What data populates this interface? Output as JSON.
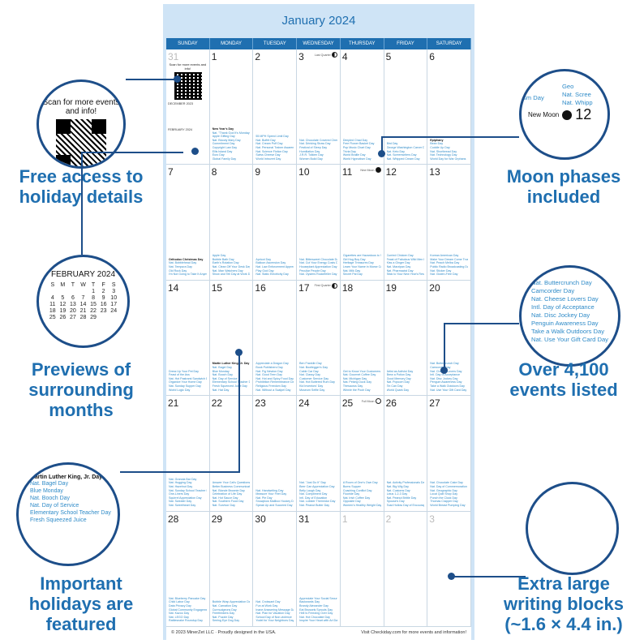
{
  "calendar": {
    "title": "January 2024",
    "weekdays": [
      "SUNDAY",
      "MONDAY",
      "TUESDAY",
      "WEDNESDAY",
      "THURSDAY",
      "FRIDAY",
      "SATURDAY"
    ],
    "footer_left": "© 2023 MinerZet LLC · Proudly designed in the USA.",
    "footer_right": "Visit Checkiday.com for more events and information!",
    "scan_small": "Scan for more events and info!",
    "mini_dec": "DECEMBER 2023",
    "mini_feb": "FEBRUARY 2024",
    "cells": [
      {
        "n": "31",
        "other": true,
        "events": []
      },
      {
        "n": "1",
        "events": [
          "New Year's Day",
          "Nat. \"Thank God It's Monday!\" Day",
          "Apple Gifting Day",
          "Nat. Bloody Mary Day",
          "Commitment Day",
          "Copyright Law Day",
          "Ellis Island Day",
          "Euro Day",
          "Global Family Day"
        ],
        "major": 0
      },
      {
        "n": "2",
        "events": [
          "55 MPH Speed Limit Day",
          "Nat. Buffet Day",
          "Nat. Cream Puff Day",
          "Nat. Personal Trainer Awareness Day",
          "Nat. Science Fiction Day",
          "Swiss Cheese Day",
          "World Introvert Day"
        ]
      },
      {
        "n": "3",
        "events": [
          "Nat. Chocolate Covered Cherry Day",
          "Nat. Drinking Straw Day",
          "Festival of Sleep Day",
          "Humiliation Day",
          "J.R.R. Tolkien Day",
          "Women Build Day"
        ],
        "moon": "Last Quarter",
        "moonType": "half"
      },
      {
        "n": "4",
        "events": [
          "Dimpled Chad Day",
          "Free Flower Basket Day",
          "Pop Music Chart Day",
          "Trivia Day",
          "World Braille Day",
          "World Hypnotism Day"
        ]
      },
      {
        "n": "5",
        "events": [
          "Bird Day",
          "George Washington Carver Day",
          "Nat. Keto Day",
          "Nat. Screenwriters Day",
          "Nat. Whipped Cream Day"
        ]
      },
      {
        "n": "6",
        "events": [
          "Epiphany",
          "Bean Day",
          "Cuddle Up Day",
          "Nat. Shortbread Day",
          "Nat. Technology Day",
          "World Day for War Orphans"
        ],
        "major": 0
      },
      {
        "n": "7",
        "events": [
          "Orthodox Christmas Day",
          "Nat. Bobblehead Day",
          "Nat. Tempura Day",
          "Old Rock Day",
          "I'm Not Going to Take It Anymore Day"
        ],
        "major": 0
      },
      {
        "n": "8",
        "events": [
          "Apple Day",
          "Bubble Bath Day",
          "Earth's Rotation Day",
          "Nat. Clean Off Your Desk Day",
          "Nat. Man Watchers Day",
          "Show and Tell Day at Work Day"
        ]
      },
      {
        "n": "9",
        "events": [
          "Apricot Day",
          "Balloon Ascension Day",
          "Nat. Law Enforcement Appreciation Day",
          "Play God Day",
          "Nat. Static Electricity Day"
        ]
      },
      {
        "n": "10",
        "events": [
          "Nat. Bittersweet Chocolate Day",
          "Nat. Cut Your Energy Costs Day",
          "Houseplant Appreciation Day",
          "Peculiar People Day",
          "Nat. Oysters Rockefeller Day"
        ]
      },
      {
        "n": "11",
        "events": [
          "Cigarettes are Hazardous to Your Health Day",
          "Girl Hug Boy Day",
          "Heritage Treasures Day",
          "Learn Your Name in Morse Code Day",
          "Nat. Milk Day",
          "Secret Pal Day"
        ],
        "moon": "New Moon",
        "moonType": "new"
      },
      {
        "n": "12",
        "events": [
          "Curried Chicken Day",
          "Feast of Fabulous Wild Men Day",
          "Kiss a Ginger Day",
          "Nat. Marzipan Day",
          "Nat. Pharmacist Day",
          "Stick to Your New Year's Resolution Day"
        ]
      },
      {
        "n": "13",
        "events": [
          "Korean American Day",
          "Make Your Dream Come True Day",
          "Nat. Peach Melba Day",
          "Public Radio Broadcasting Day",
          "Nat. Sticker Day",
          "Nat. Gluten-Free Day"
        ]
      },
      {
        "n": "14",
        "events": [
          "Dress Up Your Pet Day",
          "Feast of the Ass",
          "Nat. Hot Pastrami Sandwich Day",
          "Organize Your Home Day",
          "Nat. Sunday Supper Day",
          "World Logic Day"
        ]
      },
      {
        "n": "15",
        "events": [
          "Martin Luther King, Jr. Day",
          "Nat. Bagel Day",
          "Blue Monday",
          "Nat. Booch Day",
          "Nat. Day of Service",
          "Elementary School Teacher Day",
          "Fresh Squeezed Juice Day",
          "Nat. Hat Day"
        ],
        "major": 0
      },
      {
        "n": "16",
        "events": [
          "Appreciate a Dragon Day",
          "Book Publishers Day",
          "Nat. Fig Newton Day",
          "Nat. Good Teen Day",
          "Nat. Hot and Spicy Food Day",
          "Prohibition Remembrance Day",
          "Religious Freedom Day",
          "Nat. Without a Scalpel Day"
        ]
      },
      {
        "n": "17",
        "events": [
          "Ben Franklin Day",
          "Nat. Bootlegger's Day",
          "Cable Car Day",
          "Nat. Classy Day",
          "Customer Service Day",
          "Nat. Hot Buttered Rum Day",
          "Kid Inventors' Day",
          "Museum Selfie Day"
        ],
        "moon": "First Quarter",
        "moonType": "half"
      },
      {
        "n": "18",
        "events": [
          "Get to Know Your Customers Day",
          "Nat. Gourmet Coffee Day",
          "Nat. Michigan Day",
          "Nat. Peking Duck Day",
          "Thesaurus Day",
          "Winnie the Pooh Day"
        ]
      },
      {
        "n": "19",
        "events": [
          "Artist as Activist Day",
          "Brew a Potion Day",
          "Good Memory Day",
          "Nat. Popcorn Day",
          "Tin Can Day",
          "World Quark Day"
        ]
      },
      {
        "n": "20",
        "events": [
          "Nat. Buttercrunch Day",
          "Camcorder Day",
          "Nat. Cheese Lovers Day",
          "Intl. Day of Acceptance",
          "Nat. Disc Jockey Day",
          "Penguin Awareness Day",
          "Take a Walk Outdoors Day",
          "Nat. Use Your Gift Card Day"
        ]
      },
      {
        "n": "21",
        "events": [
          "Nat. Granola Bar Day",
          "Nat. Hugging Day",
          "Nat. Hazelnut Day",
          "Nat. Sunday School Teacher Day",
          "One-Liners Day",
          "Squirrel Appreciation Day",
          "Nat. Sweater Day",
          "Nat. Sweetheart Day"
        ]
      },
      {
        "n": "22",
        "events": [
          "Answer Your Cat's Questions Day",
          "Better Business Communication Day",
          "Nat. Blonde Brownie Day",
          "Celebration of Life Day",
          "Nat. Hot Sauce Day",
          "Nat. Southern Food Day",
          "Nat. Survivor Day"
        ]
      },
      {
        "n": "23",
        "events": [
          "Nat. Handwriting Day",
          "Measure Your Feet Day",
          "Nat. Pie Day",
          "Snowplow Mailbox Hockey Day",
          "Speak Up and Succeed Day"
        ]
      },
      {
        "n": "24",
        "events": [
          "Nat. \"Just Do It\" Day",
          "Beer Can Appreciation Day",
          "Belly Laugh Day",
          "Nat. Compliment Day",
          "Intl. Day of Education",
          "Nat. Lobster Thermidor Day",
          "Nat. Peanut Butter Day"
        ]
      },
      {
        "n": "25",
        "events": [
          "A Room of One's Own Day",
          "Burns Supper",
          "Coaching Conflict Day",
          "Fluoride Day",
          "Nat. Irish Coffee Day",
          "Opposite Day",
          "Women's Healthy Weight Day"
        ],
        "moon": "Full Moon",
        "moonType": "full"
      },
      {
        "n": "26",
        "events": [
          "Nat. Activity Professionals Day",
          "Nat. Big Wig Day",
          "Nat. Customs Day",
          "Lotus 1-2-3 Day",
          "Nat. Peanut Brittle Day",
          "Spouse's Day",
          "Toad Hollow Day of Encouragement"
        ]
      },
      {
        "n": "27",
        "events": [
          "Nat. Chocolate Cake Day",
          "Nat. Day of Commemoration",
          "Nat. Geographic Day",
          "Local Quilt Shop Day",
          "Punch the Clock Day",
          "Thomas Crapper Day",
          "World Breast Pumping Day"
        ]
      },
      {
        "n": "28",
        "events": [
          "Nat. Blueberry Pancake Day",
          "Child Labor Day",
          "Data Privacy Day",
          "Global Community Engagement Day",
          "Nat. Kazoo Day",
          "Nat. LEGO Day",
          "Rattlesnake Roundup Day"
        ]
      },
      {
        "n": "29",
        "events": [
          "Bubble Wrap Appreciation Day",
          "Nat. Carnation Day",
          "Curmudgeons Day",
          "Freethinkers Day",
          "Nat. Puzzle Day",
          "Seeing Eye Dog Day"
        ]
      },
      {
        "n": "30",
        "events": [
          "Nat. Croissant Day",
          "Fun at Work Day",
          "Inane Answering Message Day",
          "Nat. Plan for Vacation Day",
          "School Day of Non-violence",
          "Yodel for Your Neighbors Day"
        ]
      },
      {
        "n": "31",
        "events": [
          "Appreciate Your Social Security Check Day",
          "Backwards Day",
          "Brandy Alexander Day",
          "Eat Brussels Sprouts Day",
          "Hell Is Freezing Over Day",
          "Nat. Hot Chocolate Day",
          "Inspire Your Heart with Art Day"
        ]
      },
      {
        "n": "1",
        "other": true,
        "events": []
      },
      {
        "n": "2",
        "other": true,
        "events": []
      },
      {
        "n": "3",
        "other": true,
        "events": []
      }
    ]
  },
  "callouts": {
    "qr": {
      "scan": "Scan for more events and info!",
      "caption": "Free access to holiday details"
    },
    "months": {
      "title": "FEBRUARY 2024",
      "days": [
        "S",
        "M",
        "T",
        "W",
        "T",
        "F",
        "S",
        "",
        "",
        "",
        "",
        "1",
        "2",
        "3",
        "4",
        "5",
        "6",
        "7",
        "8",
        "9",
        "10",
        "11",
        "12",
        "13",
        "14",
        "15",
        "16",
        "17",
        "18",
        "19",
        "20",
        "21",
        "22",
        "23",
        "24",
        "25",
        "26",
        "27",
        "28",
        "29",
        "",
        ""
      ],
      "caption": "Previews of surrounding months"
    },
    "holidays": {
      "title": "Martin Luther King, Jr. Day",
      "items": [
        "Nat. Bagel Day",
        "Blue Monday",
        "Nat. Booch Day",
        "Nat. Day of Service",
        "Elementary School Teacher Day",
        "Fresh Squeezed Juice"
      ],
      "caption": "Important holidays are featured"
    },
    "events": {
      "items": [
        "Nat. Buttercrunch Day",
        "Camcorder Day",
        "Nat. Cheese Lovers Day",
        "Intl. Day of Acceptance",
        "Nat. Disc Jockey Day",
        "Penguin Awareness Day",
        "Take a Walk Outdoors Day",
        "Nat. Use Your Gift Card Day"
      ],
      "caption": "Over 4,100 events listed"
    },
    "moon": {
      "items": [
        "Geo",
        "Nat. Scree",
        "Nat. Whipp"
      ],
      "ism": "sm Day",
      "label": "New Moon",
      "day": "12",
      "caption": "Moon phases included"
    },
    "blocks": {
      "caption": "Extra large writing blocks (~1.6 × 4.4 in.)"
    }
  }
}
